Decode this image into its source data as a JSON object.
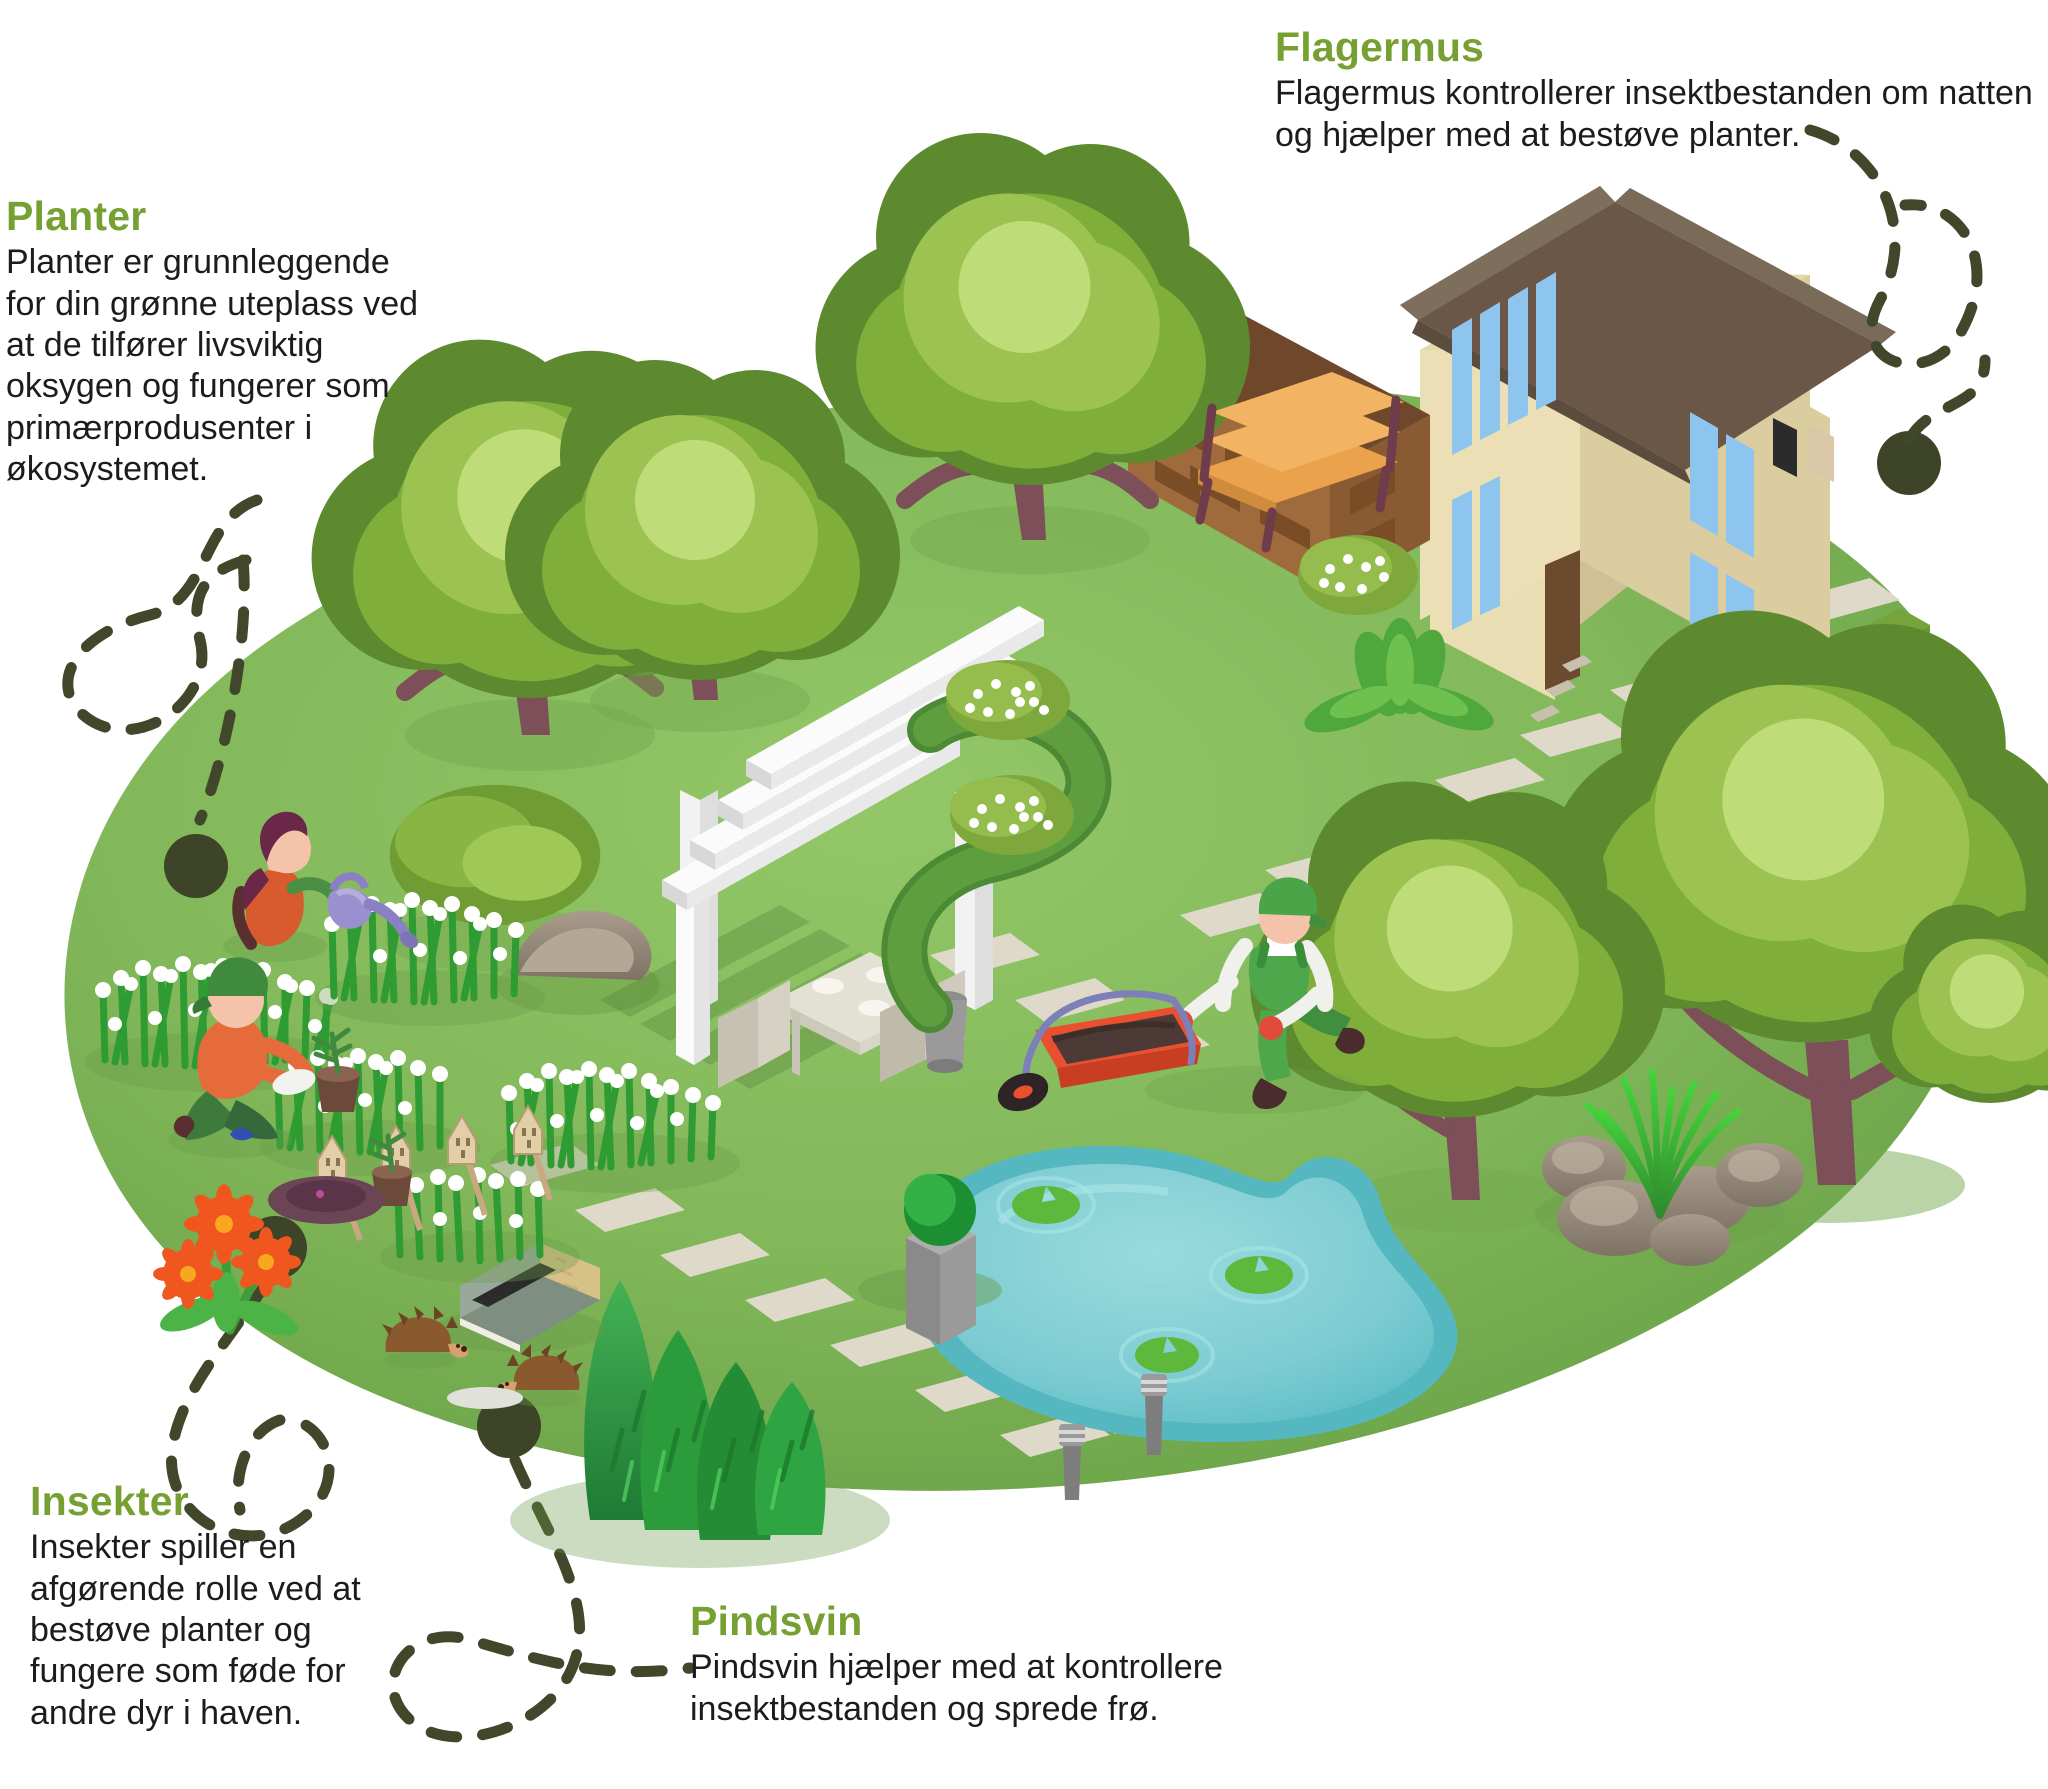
{
  "theme": {
    "heading_color": "#77a033",
    "body_color": "#1c1c1c",
    "lawn_light": "#8cc05e",
    "lawn_mid": "#7ab055",
    "lawn_dark": "#6a9a4a",
    "dash_color": "#41472a",
    "dot_color": "#3d4427",
    "path_stone": "#ded9c8",
    "pond_water": "#7fcfd4",
    "pond_edge": "#55b7bf",
    "house_wall": "#e7dcb0",
    "house_roof": "#6a5747",
    "house_window": "#8ec5ef",
    "tree_trunk": "#7d4f58",
    "foliage_dark": "#5d8a2e",
    "foliage_mid": "#7fae3b",
    "foliage_light": "#a8cb5e",
    "foliage_pale": "#bedd78"
  },
  "callouts": [
    {
      "id": "planter",
      "title": "Planter",
      "body": "Planter er grunnleggende for din grønne uteplass ved at de tilfører livsviktig oksygen og fungerer som primærprodusenter i økosystemet."
    },
    {
      "id": "flagermus",
      "title": "Flagermus",
      "body": "Flagermus kontrollerer insektbestanden om natten og hjælper med at bestøve planter."
    },
    {
      "id": "insekter",
      "title": "Insekter",
      "body": "Insekter spiller en afgørende rolle ved at bestøve planter og fungere som føde for andre dyr i haven."
    },
    {
      "id": "pindsvin",
      "title": "Pindsvin",
      "body": "Pindsvin hjælper med at kontrollere insektbestanden og sprede frø."
    }
  ],
  "scene": {
    "elements": [
      "garden-lawn",
      "house",
      "pergola",
      "pond",
      "park-bench",
      "stone-path",
      "flower-beds",
      "hedge-topiary",
      "hedgehog-house",
      "hedgehogs",
      "bat-flight-path",
      "gardener-watering",
      "gardener-planting",
      "gardener-wheelbarrow",
      "rocks-and-grass",
      "garden-lamps",
      "trees"
    ]
  }
}
